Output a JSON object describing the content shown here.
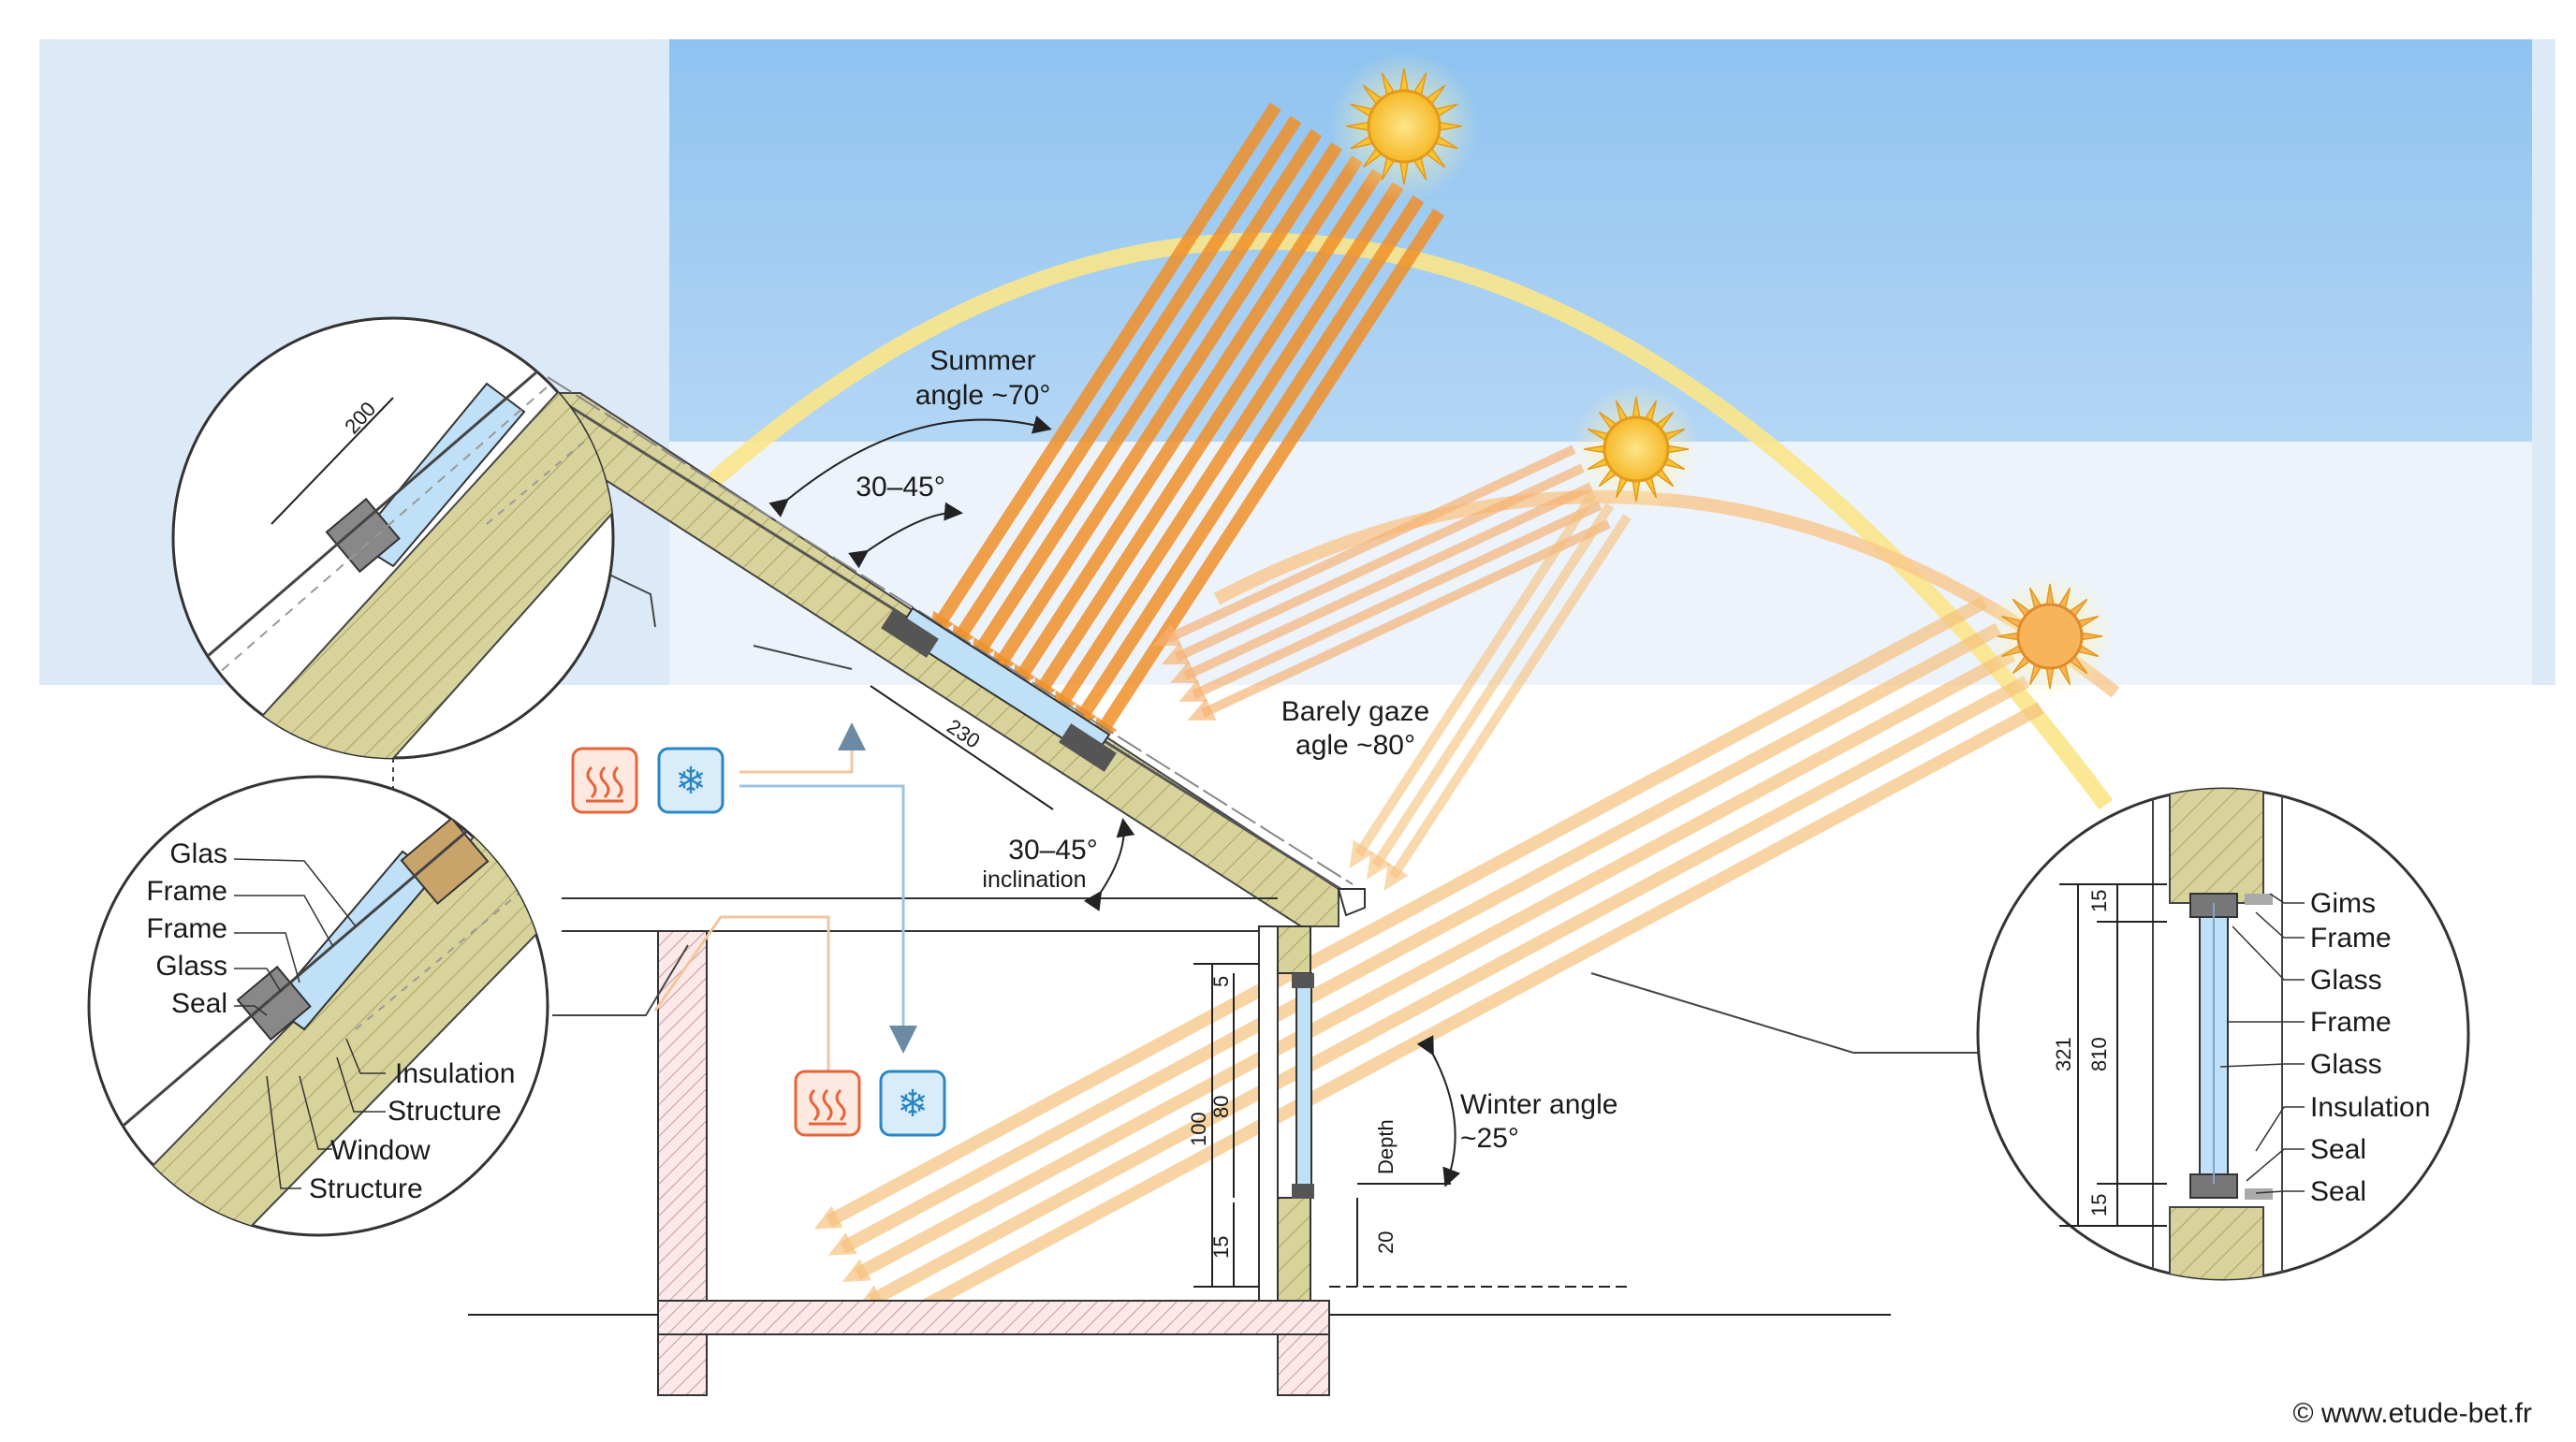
{
  "annotations": {
    "summer_angle_line1": "Summer",
    "summer_angle_line2": "angle ~70°",
    "roof_pitch_top": "30–45°",
    "barely_line1": "Barely gaze",
    "barely_line2": "agle ~80°",
    "roof_pitch_bottom": "30–45°",
    "inclination": "inclination",
    "winter_line1": "Winter angle",
    "winter_line2": "~25°",
    "depth": "Depth"
  },
  "dimensions": {
    "detail_top": "200",
    "roof_window": "230",
    "sill_gap_top": "5",
    "window_height": "80",
    "wall_height": "100",
    "sill_bottom": "15",
    "sill_height": "20",
    "right_top": "15",
    "right_total": "321",
    "right_glass": "810",
    "right_bottom": "15"
  },
  "left_detail_labels": [
    "Glas",
    "Frame",
    "Frame",
    "Glass",
    "Seal",
    "Insulation",
    "Structure",
    "Window",
    "Structure"
  ],
  "right_detail_labels": [
    "Gims",
    "Frame",
    "Glass",
    "Frame",
    "Glass",
    "Insulation",
    "Seal",
    "Seal"
  ],
  "icons": [
    "heating-icon",
    "cooling-icon",
    "heating-icon",
    "cooling-icon"
  ],
  "colors": {
    "sky": "#a8cff2",
    "sky_light": "#d5e6f7",
    "sun": "#f7c53a",
    "sun_arc": "#f8d648",
    "ray_summer": "#f0902a",
    "ray_winter": "#f6c27e",
    "insulation": "#c9c48a",
    "glass": "#a9d3f0",
    "heat_icon": "#e8633a",
    "cool_icon": "#2a86c4"
  },
  "credit": "© www.etude-bet.fr"
}
